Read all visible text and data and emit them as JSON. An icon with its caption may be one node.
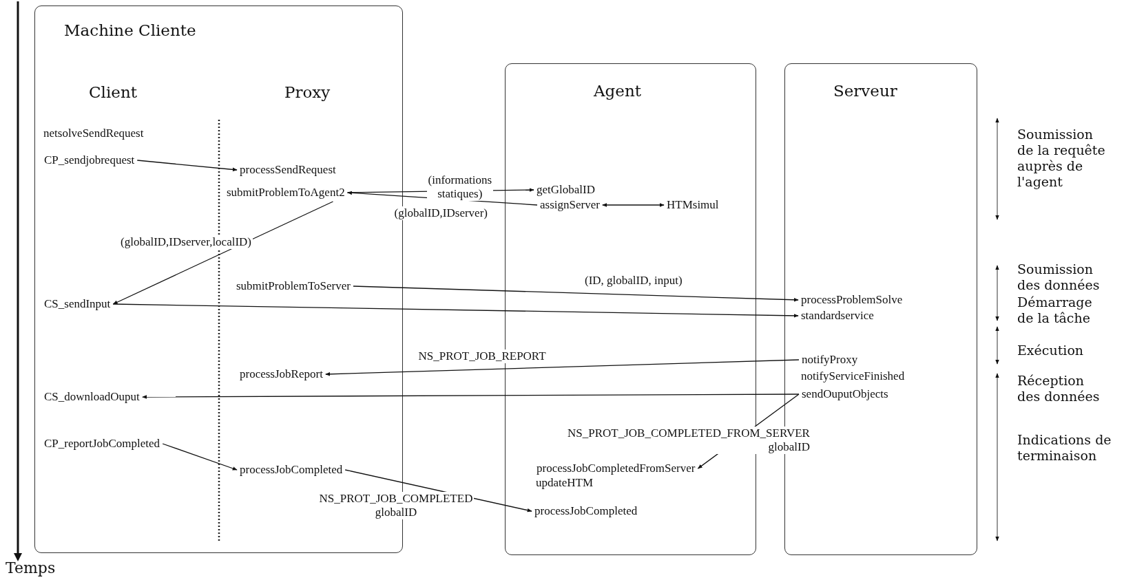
{
  "diagram": {
    "nodes": [
      {
        "text": [
          "Machine Cliente",
          "Client",
          "Proxy"
        ]
      },
      {
        "text": [
          "Agent"
        ]
      },
      {
        "text": [
          "Serveur"
        ]
      },
      {
        "text": [
          "CP_sendjobrequest"
        ],
        "in": 0
      },
      {
        "text": [
          "processSendRequest"
        ],
        "in": 0
      },
      {
        "text": [
          "submitProblemToAgent2"
        ],
        "in": 0
      },
      {
        "text": [
          "getGlobalID"
        ],
        "in": 1
      },
      {
        "text": [
          "assignServer"
        ],
        "in": 1
      },
      {
        "text": [
          "HTMsimul"
        ],
        "in": 1
      },
      {
        "text": [
          "submitProblemToServer"
        ],
        "in": 0
      },
      {
        "text": [
          "CS_sendInput"
        ],
        "in": 0
      },
      {
        "text": [
          "processProblemSolve"
        ],
        "in": 2
      },
      {
        "text": [
          "standardservice"
        ],
        "in": 2
      },
      {
        "text": [
          "notifyProxy"
        ],
        "in": 2
      },
      {
        "text": [
          "processJobReport"
        ],
        "in": 0
      },
      {
        "text": [
          "CS_downloadOuput"
        ],
        "in": 0
      },
      {
        "text": [
          "sendOuputObjects"
        ],
        "in": 2
      },
      {
        "text": [
          "CP_reportJobCompleted"
        ],
        "in": 0
      },
      {
        "text": [
          "processJobCompleted"
        ],
        "in": 0
      },
      {
        "text": [
          "processJobCompletedFromServer"
        ],
        "in": 1
      },
      {
        "text": [
          "processJobCompleted"
        ],
        "in": 1
      }
    ],
    "edges": [
      {
        "from": 3,
        "to": 4,
        "arrow": "to"
      },
      {
        "from": 5,
        "to": 6,
        "arrow": "to",
        "label": "(informations statiques)"
      },
      {
        "from": 7,
        "to": 8,
        "arrow": "both"
      },
      {
        "from": 7,
        "to": 5,
        "arrow": "to",
        "label": "(globalID,IDserver)"
      },
      {
        "from": 5,
        "to": 10,
        "arrow": "to",
        "label": "(globalID,IDserver,localID)"
      },
      {
        "from": 9,
        "to": 11,
        "arrow": "to",
        "label": "(ID, globalID, input)"
      },
      {
        "from": 10,
        "to": 12,
        "arrow": "to"
      },
      {
        "from": 13,
        "to": 14,
        "arrow": "to",
        "label": "NS_PROT_JOB_REPORT"
      },
      {
        "from": 16,
        "to": 15,
        "arrow": "to"
      },
      {
        "from": 17,
        "to": 18,
        "arrow": "to"
      },
      {
        "from": 16,
        "to": 19,
        "arrow": "to",
        "label": "NS_PROT_JOB_COMPLETED_FROM_SERVER globalID"
      },
      {
        "from": 18,
        "to": 20,
        "arrow": "to",
        "label": "NS_PROT_JOB_COMPLETED globalID"
      }
    ],
    "labels": [
      "netsolveSendRequest",
      "Soumission de la requête auprès de l'agent",
      "Soumission des données",
      "Démarrage de la tâche",
      "Exécution",
      "notifyServiceFinished",
      "Réception des données",
      "Indications de terminaison",
      "updateHTM",
      "Temps"
    ]
  }
}
